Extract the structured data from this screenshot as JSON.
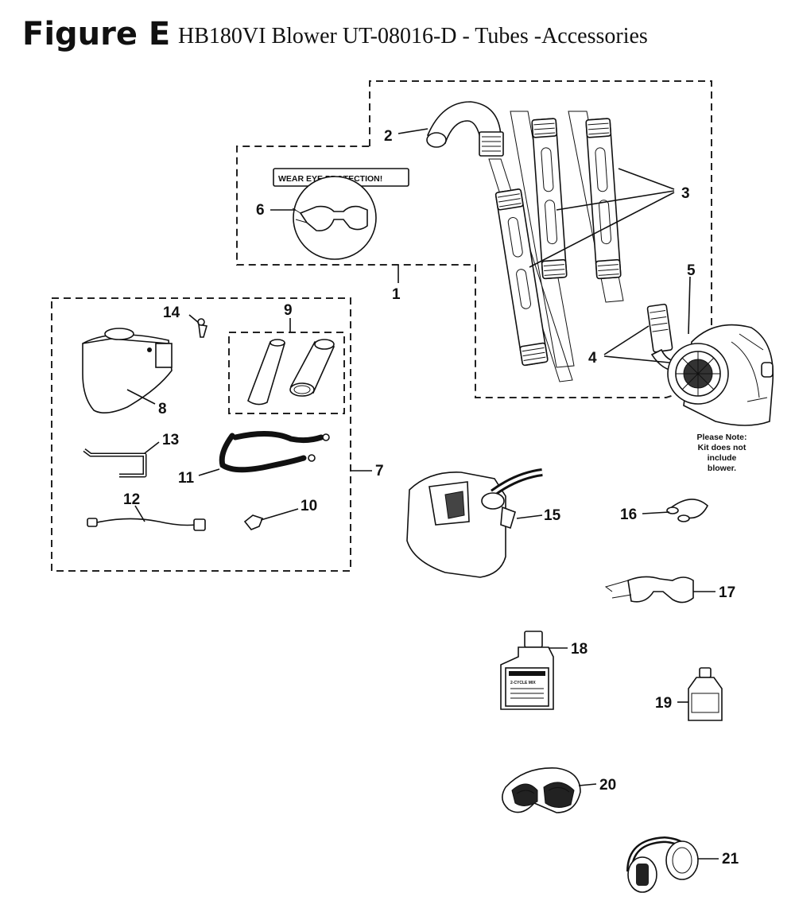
{
  "figure": {
    "label": "Figure E",
    "title": "HB180VI Blower UT-08016-D - Tubes -Accessories"
  },
  "warning_label": "WEAR EYE PROTECTION!",
  "note": {
    "line1": "Please Note:",
    "line2": "Kit does not",
    "line3": "include",
    "line4": "blower."
  },
  "bottle_label": "2-CYCLE MIX",
  "parts": [
    {
      "id": "1",
      "icon": "tube-kit-group"
    },
    {
      "id": "2",
      "icon": "elbow-tube-icon"
    },
    {
      "id": "3",
      "icon": "straight-tube-icon"
    },
    {
      "id": "4",
      "icon": "tube-connector-icon"
    },
    {
      "id": "5",
      "icon": "blower-outlet-icon"
    },
    {
      "id": "6",
      "icon": "safety-glasses-icon"
    },
    {
      "id": "7",
      "icon": "accessory-kit-group"
    },
    {
      "id": "8",
      "icon": "debris-bag-icon"
    },
    {
      "id": "9",
      "icon": "nozzle-set-icon"
    },
    {
      "id": "10",
      "icon": "clip-icon"
    },
    {
      "id": "11",
      "icon": "shoulder-strap-icon"
    },
    {
      "id": "12",
      "icon": "cable-icon"
    },
    {
      "id": "13",
      "icon": "bracket-icon"
    },
    {
      "id": "14",
      "icon": "screw-icon"
    },
    {
      "id": "15",
      "icon": "fuel-can-icon"
    },
    {
      "id": "16",
      "icon": "ear-plugs-icon"
    },
    {
      "id": "17",
      "icon": "safety-glasses-icon"
    },
    {
      "id": "18",
      "icon": "oil-bottle-icon"
    },
    {
      "id": "19",
      "icon": "small-bottle-icon"
    },
    {
      "id": "20",
      "icon": "goggles-icon"
    },
    {
      "id": "21",
      "icon": "ear-muffs-icon"
    }
  ]
}
